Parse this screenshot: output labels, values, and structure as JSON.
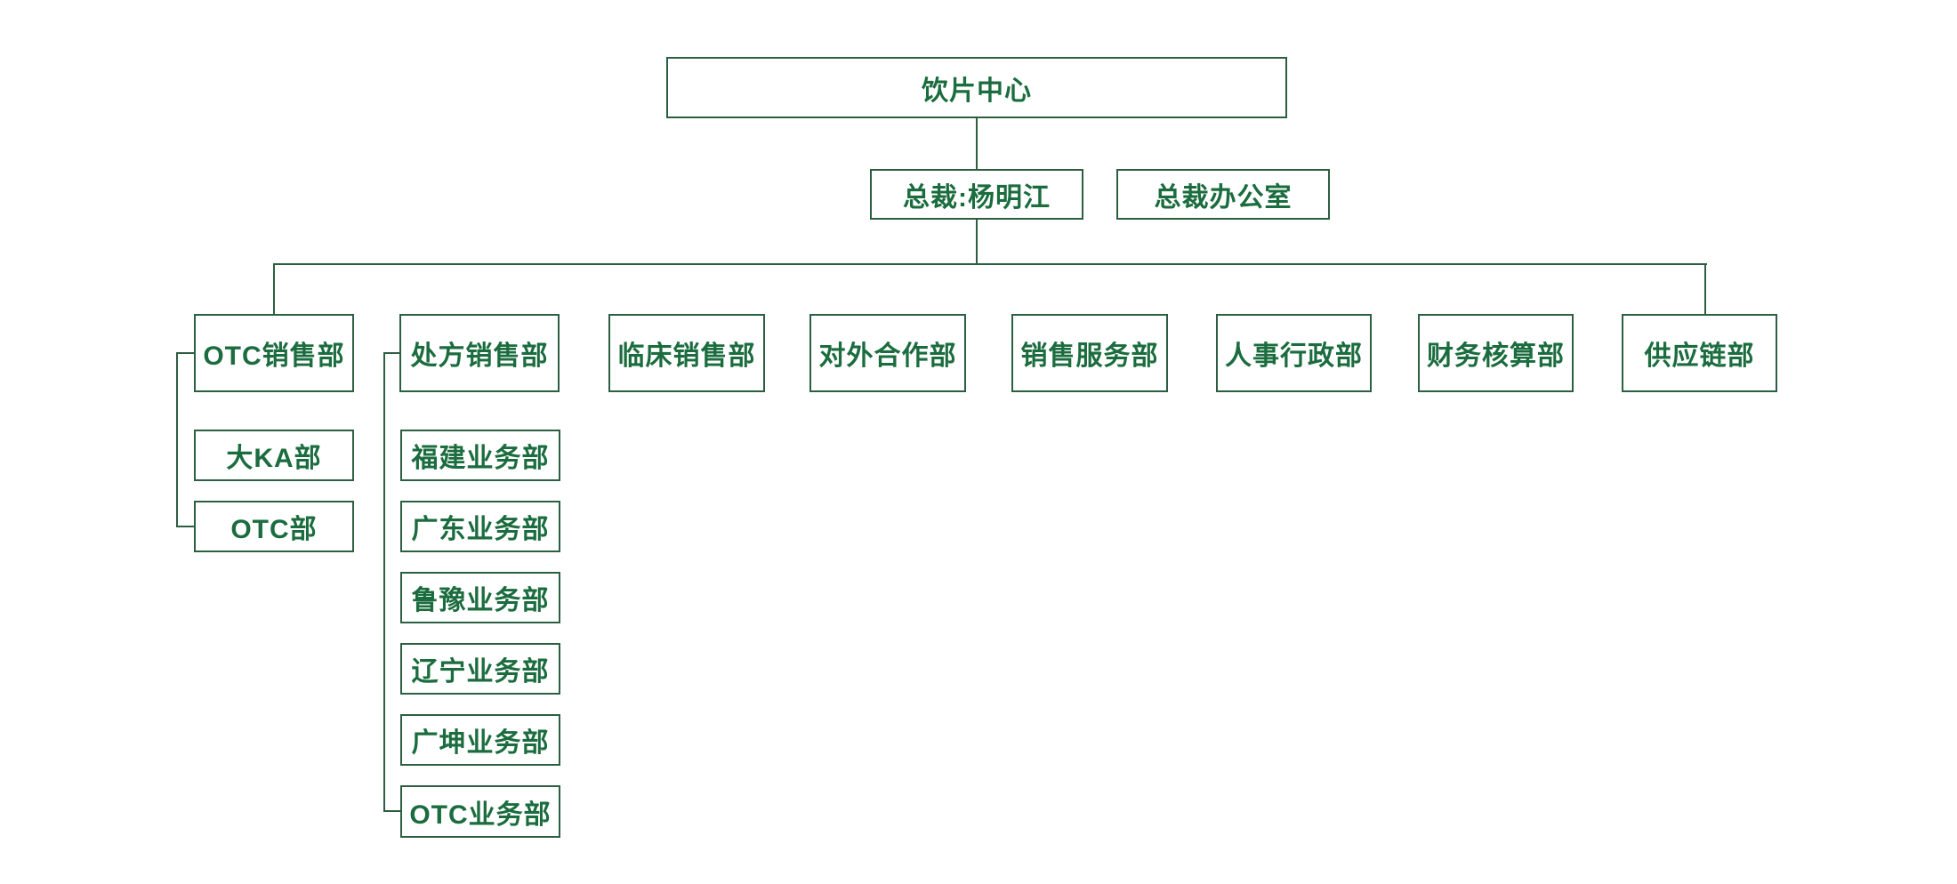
{
  "org": {
    "root": {
      "label": "饮片中心"
    },
    "executive": {
      "president": {
        "label": "总裁:杨明江"
      },
      "office": {
        "label": "总裁办公室"
      }
    },
    "departments": [
      {
        "label": "OTC销售部",
        "children": [
          {
            "label": "大KA部"
          },
          {
            "label": "OTC部"
          }
        ]
      },
      {
        "label": "处方销售部",
        "children": [
          {
            "label": "福建业务部"
          },
          {
            "label": "广东业务部"
          },
          {
            "label": "鲁豫业务部"
          },
          {
            "label": "辽宁业务部"
          },
          {
            "label": "广坤业务部"
          },
          {
            "label": "OTC业务部"
          }
        ]
      },
      {
        "label": "临床销售部",
        "children": []
      },
      {
        "label": "对外合作部",
        "children": []
      },
      {
        "label": "销售服务部",
        "children": []
      },
      {
        "label": "人事行政部",
        "children": []
      },
      {
        "label": "财务核算部",
        "children": []
      },
      {
        "label": "供应链部",
        "children": []
      }
    ],
    "colors": {
      "box_and_line_green": "#2c5f42",
      "text_green": "#1b6c3e",
      "background": "#ffffff"
    }
  }
}
